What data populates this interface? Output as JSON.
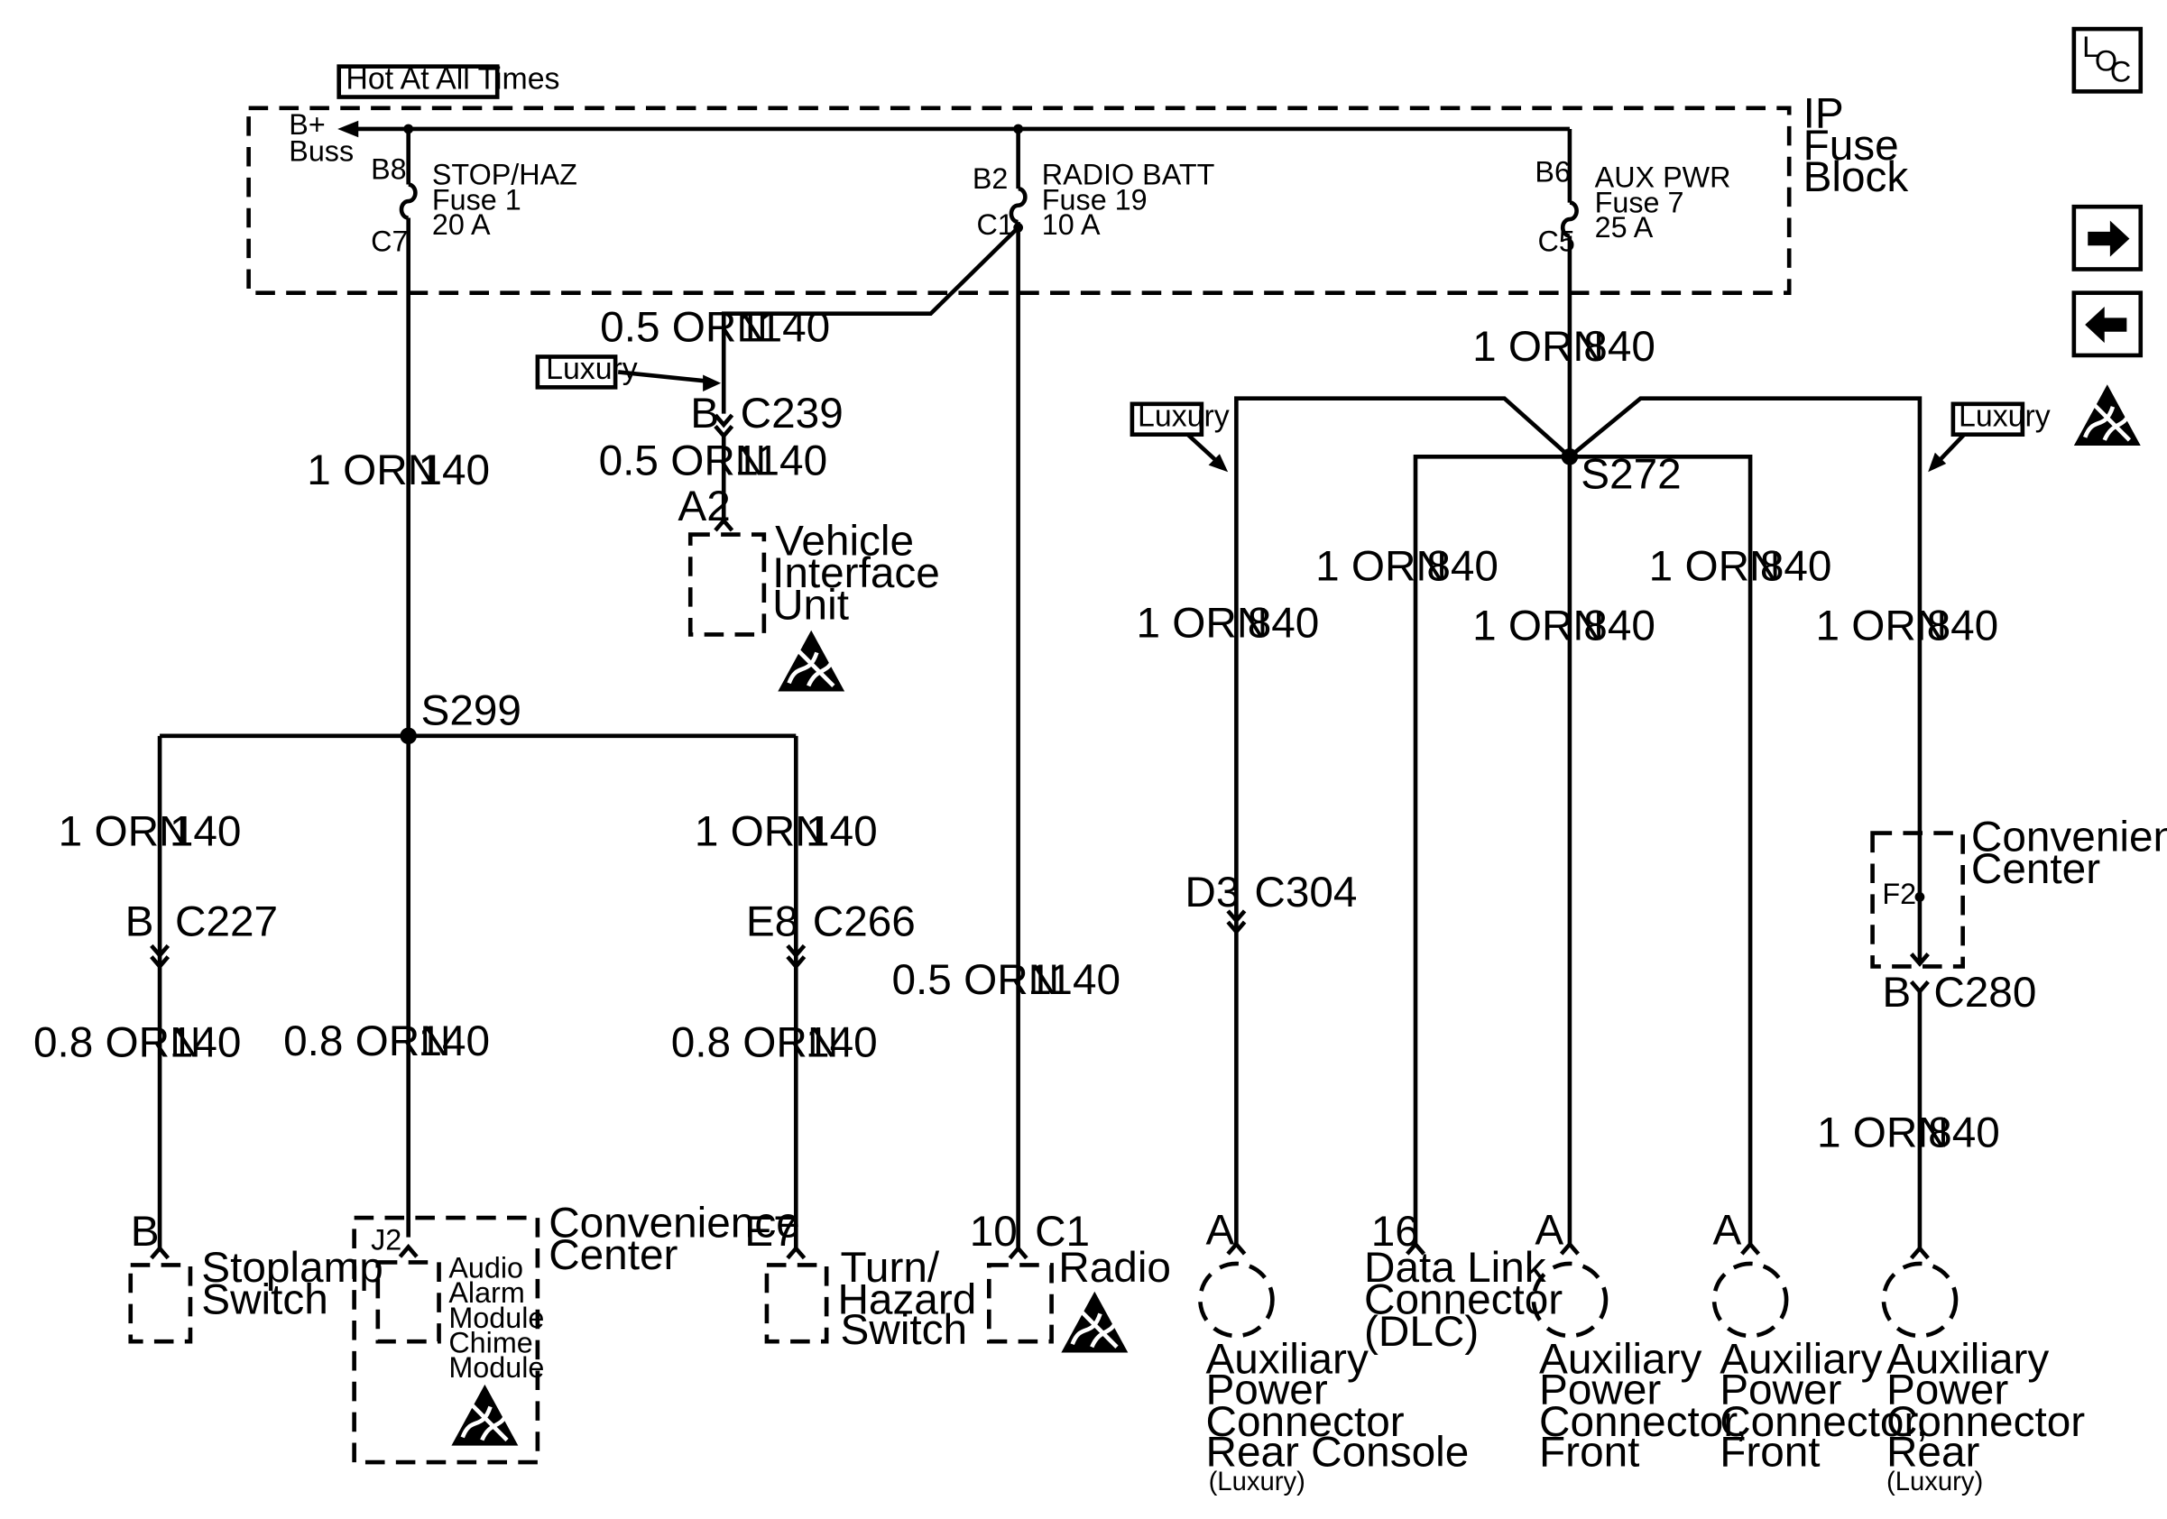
{
  "header": {
    "hot_tag": "Hot At All Times"
  },
  "fuse_block": {
    "name_line1": "IP",
    "name_line2": "Fuse",
    "name_line3": "Block",
    "bus_line1": "B+",
    "bus_line2": "Buss",
    "fuses": [
      {
        "in_pin": "B8",
        "name": "STOP/HAZ",
        "fuse": "Fuse 1",
        "amps": "20 A",
        "out_pin": "C7"
      },
      {
        "in_pin": "B2",
        "name": "RADIO BATT",
        "fuse": "Fuse 19",
        "amps": "10 A",
        "out_pin": "C1"
      },
      {
        "in_pin": "B6",
        "name": "AUX PWR",
        "fuse": "Fuse 7",
        "amps": "25 A",
        "out_pin": "C5"
      }
    ]
  },
  "nav": {
    "loc_l": "L",
    "loc_o": "O",
    "loc_c": "C"
  },
  "wires": {
    "w1": {
      "gauge": "0.5 ORN",
      "circuit": "1140"
    },
    "w2": {
      "gauge": "0.5 ORN",
      "circuit": "1140"
    },
    "w3": {
      "gauge": "1 ORN",
      "circuit": "140"
    },
    "w4": {
      "gauge": "1 ORN",
      "circuit": "140"
    },
    "w5": {
      "gauge": "1 ORN",
      "circuit": "140"
    },
    "w6": {
      "gauge": "0.8 ORN",
      "circuit": "140"
    },
    "w7": {
      "gauge": "0.8 ORN",
      "circuit": "140"
    },
    "w8": {
      "gauge": "0.8 ORN",
      "circuit": "140"
    },
    "w9": {
      "gauge": "0.5 ORN",
      "circuit": "1140"
    },
    "w10": {
      "gauge": "1 ORN",
      "circuit": "840"
    },
    "w11": {
      "gauge": "1 ORN",
      "circuit": "840"
    },
    "w12": {
      "gauge": "1 ORN",
      "circuit": "840"
    },
    "w13": {
      "gauge": "1 ORN",
      "circuit": "840"
    },
    "w14": {
      "gauge": "1 ORN",
      "circuit": "840"
    },
    "w15": {
      "gauge": "1 ORN",
      "circuit": "840"
    },
    "w16": {
      "gauge": "1 ORN",
      "circuit": "840"
    }
  },
  "tags": {
    "luxury": "Luxury"
  },
  "connectors": {
    "c239": {
      "pin": "B",
      "name": "C239"
    },
    "c227": {
      "pin": "B",
      "name": "C227"
    },
    "c266": {
      "pin": "E8",
      "name": "C266"
    },
    "c304": {
      "pin": "D3",
      "name": "C304"
    },
    "c280": {
      "pin": "B",
      "name": "C280"
    }
  },
  "splices": {
    "s299": "S299",
    "s272": "S272"
  },
  "components": {
    "viu": {
      "pin": "A2",
      "line1": "Vehicle",
      "line2": "Interface",
      "line3": "Unit"
    },
    "stoplamp": {
      "pin": "B",
      "line1": "Stoplamp",
      "line2": "Switch"
    },
    "conv_center_a": {
      "line1": "Convenience",
      "line2": "Center",
      "pin": "J2"
    },
    "aam": {
      "line1": "Audio",
      "line2": "Alarm",
      "line3": "Module",
      "line4": "Chime",
      "line5": "Module"
    },
    "turn": {
      "pin": "E7",
      "line1": "Turn/",
      "line2": "Hazard",
      "line3": "Switch"
    },
    "radio": {
      "pin": "10",
      "conn": "C1",
      "line1": "Radio"
    },
    "aux_rear_console": {
      "pin": "A",
      "line1": "Auxiliary",
      "line2": "Power",
      "line3": "Connector",
      "line4": "Rear Console",
      "note": "(Luxury)"
    },
    "dlc": {
      "pin": "16",
      "line1": "Data Link",
      "line2": "Connector",
      "line3": "(DLC)"
    },
    "aux_front_1": {
      "pin": "A",
      "line1": "Auxiliary",
      "line2": "Power",
      "line3": "Connector,",
      "line4": "Front"
    },
    "aux_front_2": {
      "pin": "A",
      "line1": "Auxiliary",
      "line2": "Power",
      "line3": "Connector,",
      "line4": "Front"
    },
    "aux_rear": {
      "line1": "Auxiliary",
      "line2": "Power",
      "line3": "Connector",
      "line4": "Rear",
      "note": "(Luxury)"
    },
    "conv_center_b": {
      "line1": "Convenience",
      "line2": "Center",
      "pin": "F2"
    }
  }
}
